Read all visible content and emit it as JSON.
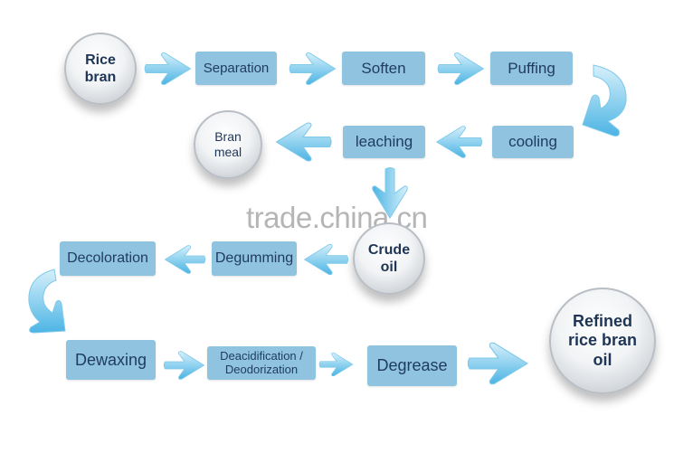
{
  "nodes": {
    "rice_bran": "Rice bran",
    "separation": "Separation",
    "soften": "Soften",
    "puffing": "Puffing",
    "cooling": "cooling",
    "leaching": "leaching",
    "bran_meal": "Bran meal",
    "crude_oil": "Crude oil",
    "degumming": "Degumming",
    "decoloration": "Decoloration",
    "dewaxing": "Dewaxing",
    "deacidification": "Deacidification /",
    "deodorization": "Deodorization",
    "degrease": "Degrease",
    "refined": "Refined rice bran oil"
  },
  "watermark": "trade.china.cn",
  "colors": {
    "box": "#8fc3df",
    "arrow": "#5bbbe6",
    "text": "#1f3b5e"
  }
}
